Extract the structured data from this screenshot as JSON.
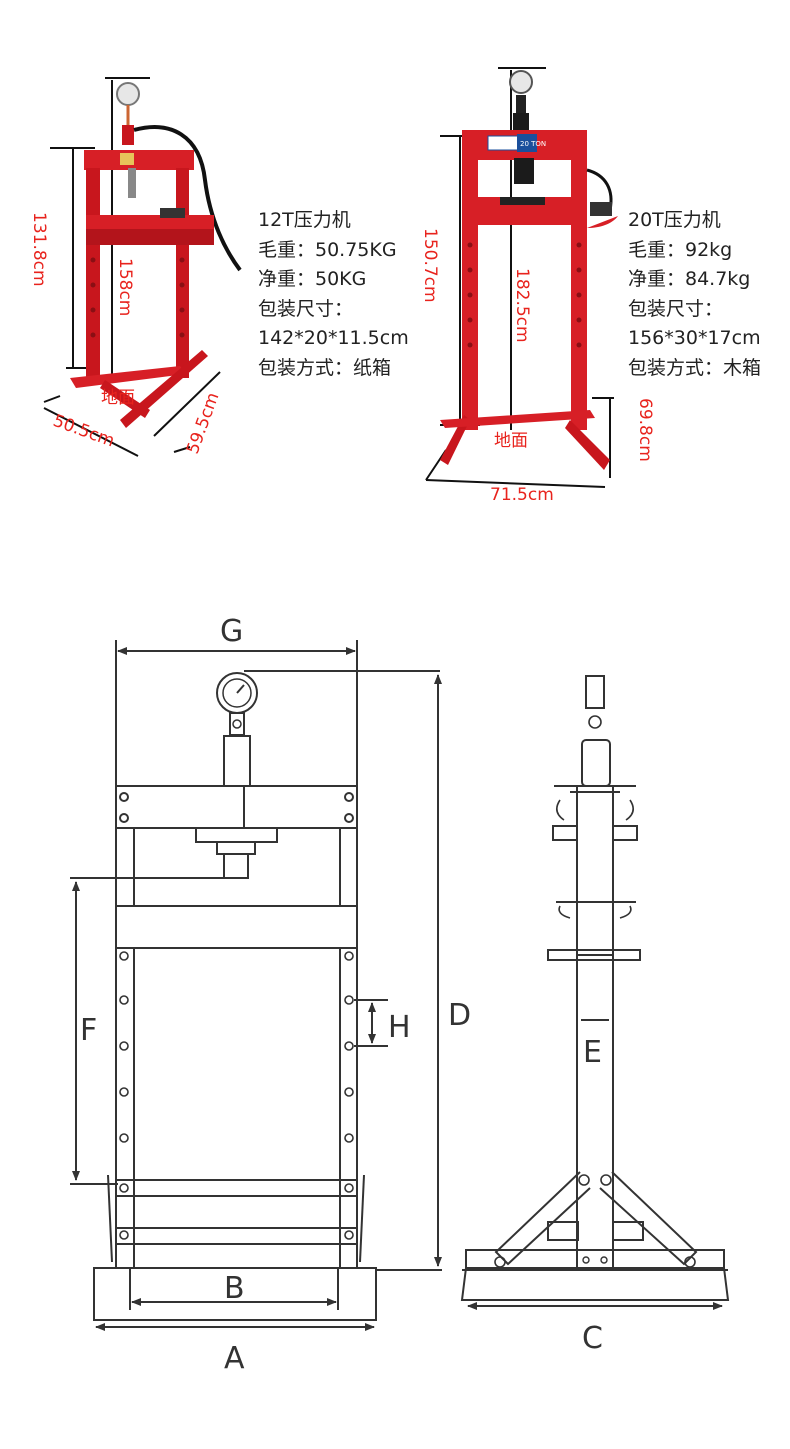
{
  "press12t": {
    "title": "12T压力机",
    "gross_weight": "毛重：50.75KG",
    "net_weight": "净重：50KG",
    "pack_size_label": "包装尺寸：",
    "pack_size": "142*20*11.5cm",
    "packing": "包装方式：纸箱",
    "dims": {
      "height": "131.8cm",
      "total_height": "158cm",
      "ground": "地面",
      "width": "50.5cm",
      "depth": "59.5cm"
    }
  },
  "press20t": {
    "title": "20T压力机",
    "gross_weight": "毛重：92kg",
    "net_weight": "净重：84.7kg",
    "pack_size_label": "包装尺寸：",
    "pack_size": "156*30*17cm",
    "packing": "包装方式：木箱",
    "dims": {
      "height": "150.7cm",
      "total_height": "182.5cm",
      "ground": "地面",
      "width": "71.5cm",
      "depth": "69.8cm"
    },
    "badge": "20 TON"
  },
  "schematic": {
    "labels": {
      "A": "A",
      "B": "B",
      "C": "C",
      "D": "D",
      "E": "E",
      "F": "F",
      "G": "G",
      "H": "H"
    }
  },
  "colors": {
    "frame_red": "#d71f26",
    "dim_red": "#e8231d",
    "line": "#333333",
    "dark": "#1b1b1b"
  }
}
